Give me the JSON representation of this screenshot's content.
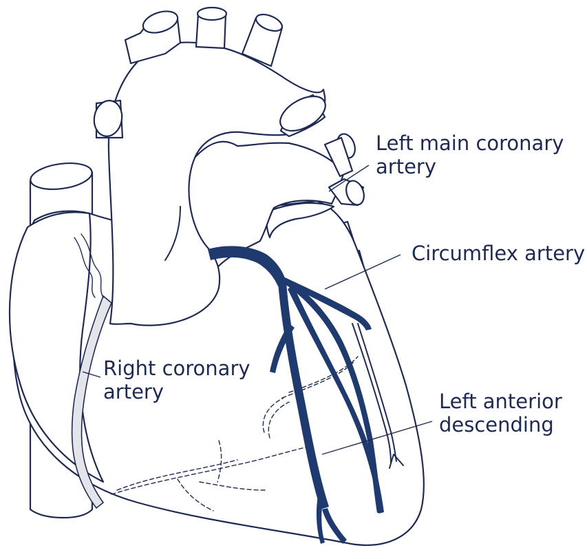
{
  "labels": {
    "left_main_coronary": [
      "Left main coronary",
      "artery"
    ],
    "circumflex": [
      "Circumflex artery"
    ],
    "right_coronary": [
      "Right coronary",
      "artery"
    ],
    "left_anterior_descending": [
      "Left anterior",
      "descending"
    ]
  },
  "colors": {
    "outline": "#1e2a52",
    "artery_fill": "#1f3a6e",
    "rca_fill": "#e3e5ea",
    "background": "#ffffff"
  }
}
